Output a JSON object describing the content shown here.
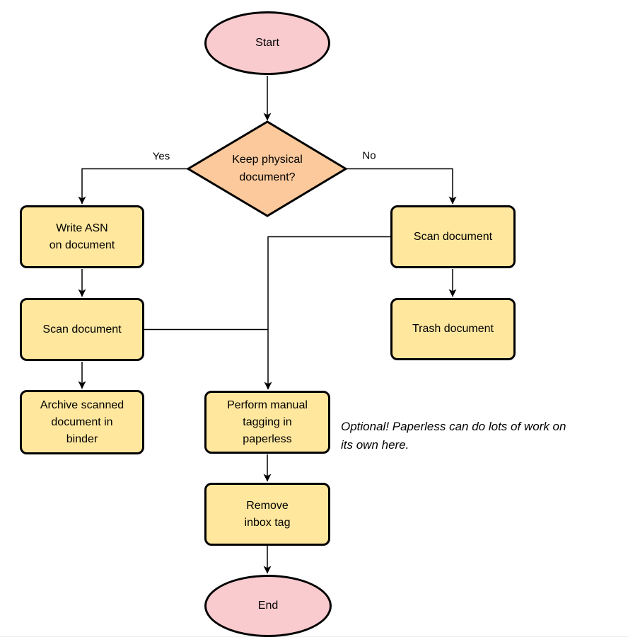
{
  "diagram": {
    "type": "flowchart",
    "nodes": {
      "start": {
        "label": "Start",
        "shape": "terminal"
      },
      "decision": {
        "label": "Keep physical\ndocument?",
        "shape": "decision"
      },
      "write_asn": {
        "label": "Write ASN\non document",
        "shape": "process"
      },
      "scan_left": {
        "label": "Scan document",
        "shape": "process"
      },
      "archive": {
        "label": "Archive scanned\ndocument in\nbinder",
        "shape": "process"
      },
      "scan_right": {
        "label": "Scan document",
        "shape": "process"
      },
      "trash": {
        "label": "Trash document",
        "shape": "process"
      },
      "tagging": {
        "label": "Perform manual\ntagging in\npaperless",
        "shape": "process"
      },
      "remove_inbox": {
        "label": "Remove\ninbox tag",
        "shape": "process"
      },
      "end": {
        "label": "End",
        "shape": "terminal"
      }
    },
    "edge_labels": {
      "yes": "Yes",
      "no": "No"
    },
    "annotation": "Optional! Paperless can do lots of work on\nits own here.",
    "colors": {
      "terminal_fill": "#f9cbce",
      "decision_fill": "#fcc99c",
      "process_fill": "#ffe79e",
      "stroke": "#000000"
    }
  }
}
